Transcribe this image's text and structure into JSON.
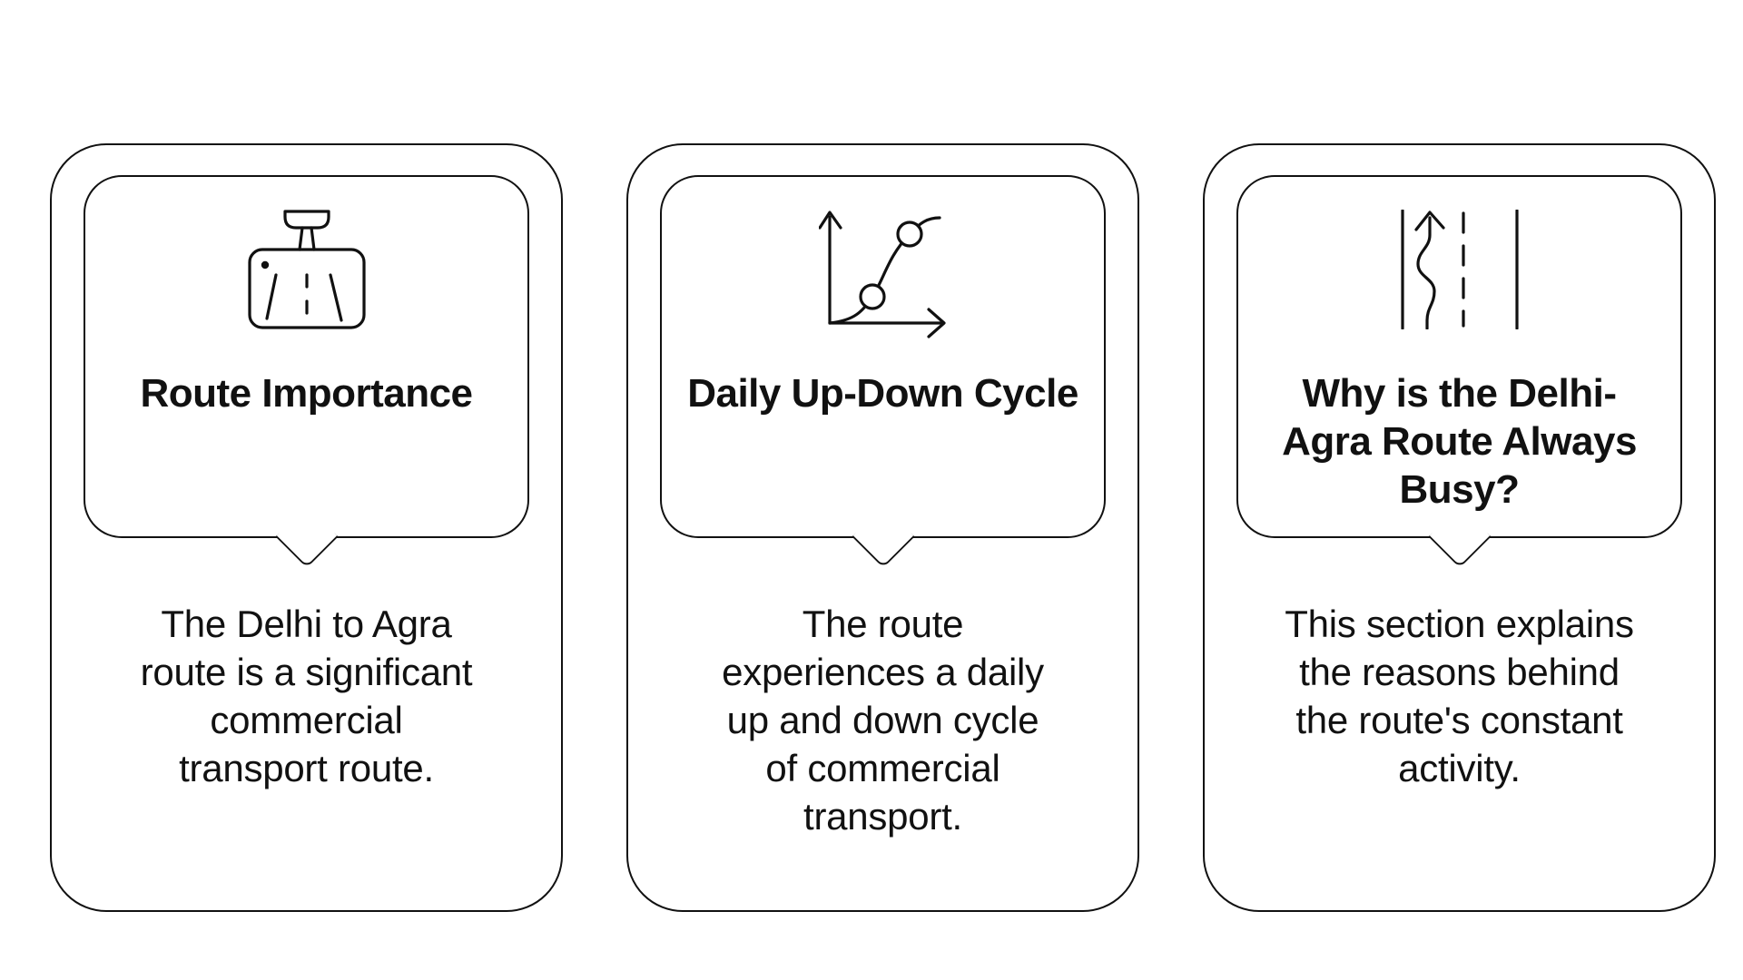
{
  "page": {
    "background_color": "#ffffff",
    "line_color": "#111111"
  },
  "cards": [
    {
      "icon": "dashcam-road-icon",
      "title": "Route Importance",
      "description": "The Delhi to Agra\nroute is a significant\ncommercial\ntransport route."
    },
    {
      "icon": "growth-chart-icon",
      "title": "Daily Up-Down Cycle",
      "description": "The route\nexperiences a daily\nup and down cycle\nof commercial\ntransport."
    },
    {
      "icon": "road-lanes-icon",
      "title": "Why is the Delhi-\nAgra Route Always\nBusy?",
      "description": "This section explains\nthe reasons behind\nthe route's constant\nactivity."
    }
  ]
}
